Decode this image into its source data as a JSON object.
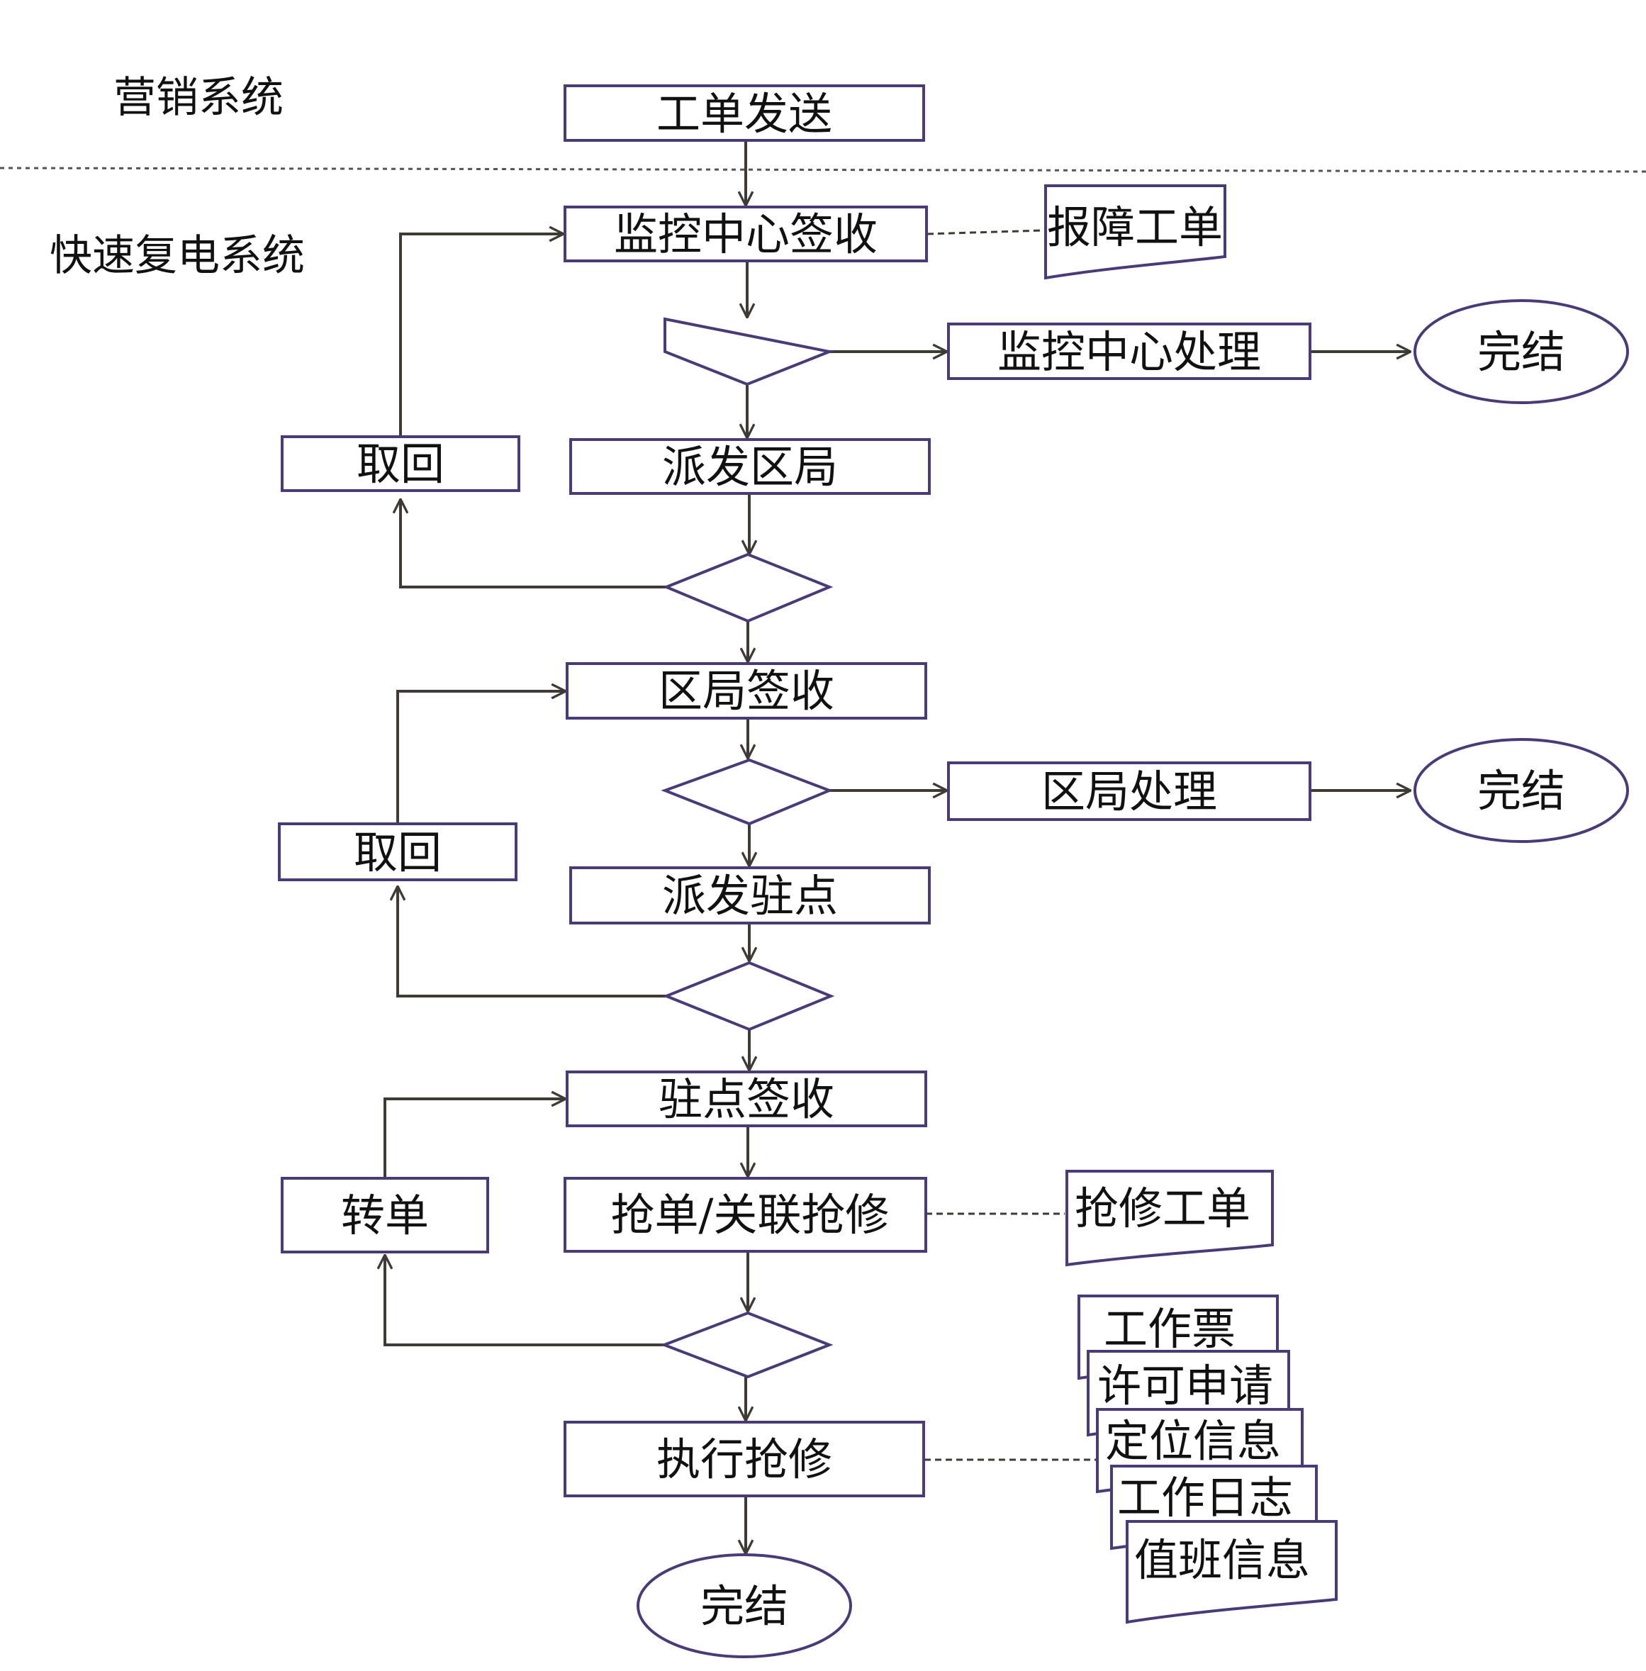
{
  "lanes": {
    "marketing": "营销系统",
    "fast_restore": "快速复电系统"
  },
  "nodes": {
    "send_order": "工单发送",
    "monitor_receive": "监控中心签收",
    "fault_order": "报障工单",
    "monitor_handle": "监控中心处理",
    "done1": "完结",
    "retrieve1": "取回",
    "dispatch_district": "派发区局",
    "district_receive": "区局签收",
    "district_handle": "区局处理",
    "done2": "完结",
    "retrieve2": "取回",
    "dispatch_station": "派发驻点",
    "station_receive": "驻点签收",
    "transfer": "转单",
    "grab_order": "抢单/关联抢修",
    "repair_order": "抢修工单",
    "execute_repair": "执行抢修",
    "done3": "完结"
  },
  "docs": [
    "工作票",
    "许可申请",
    "定位信息",
    "工作日志",
    "值班信息"
  ]
}
